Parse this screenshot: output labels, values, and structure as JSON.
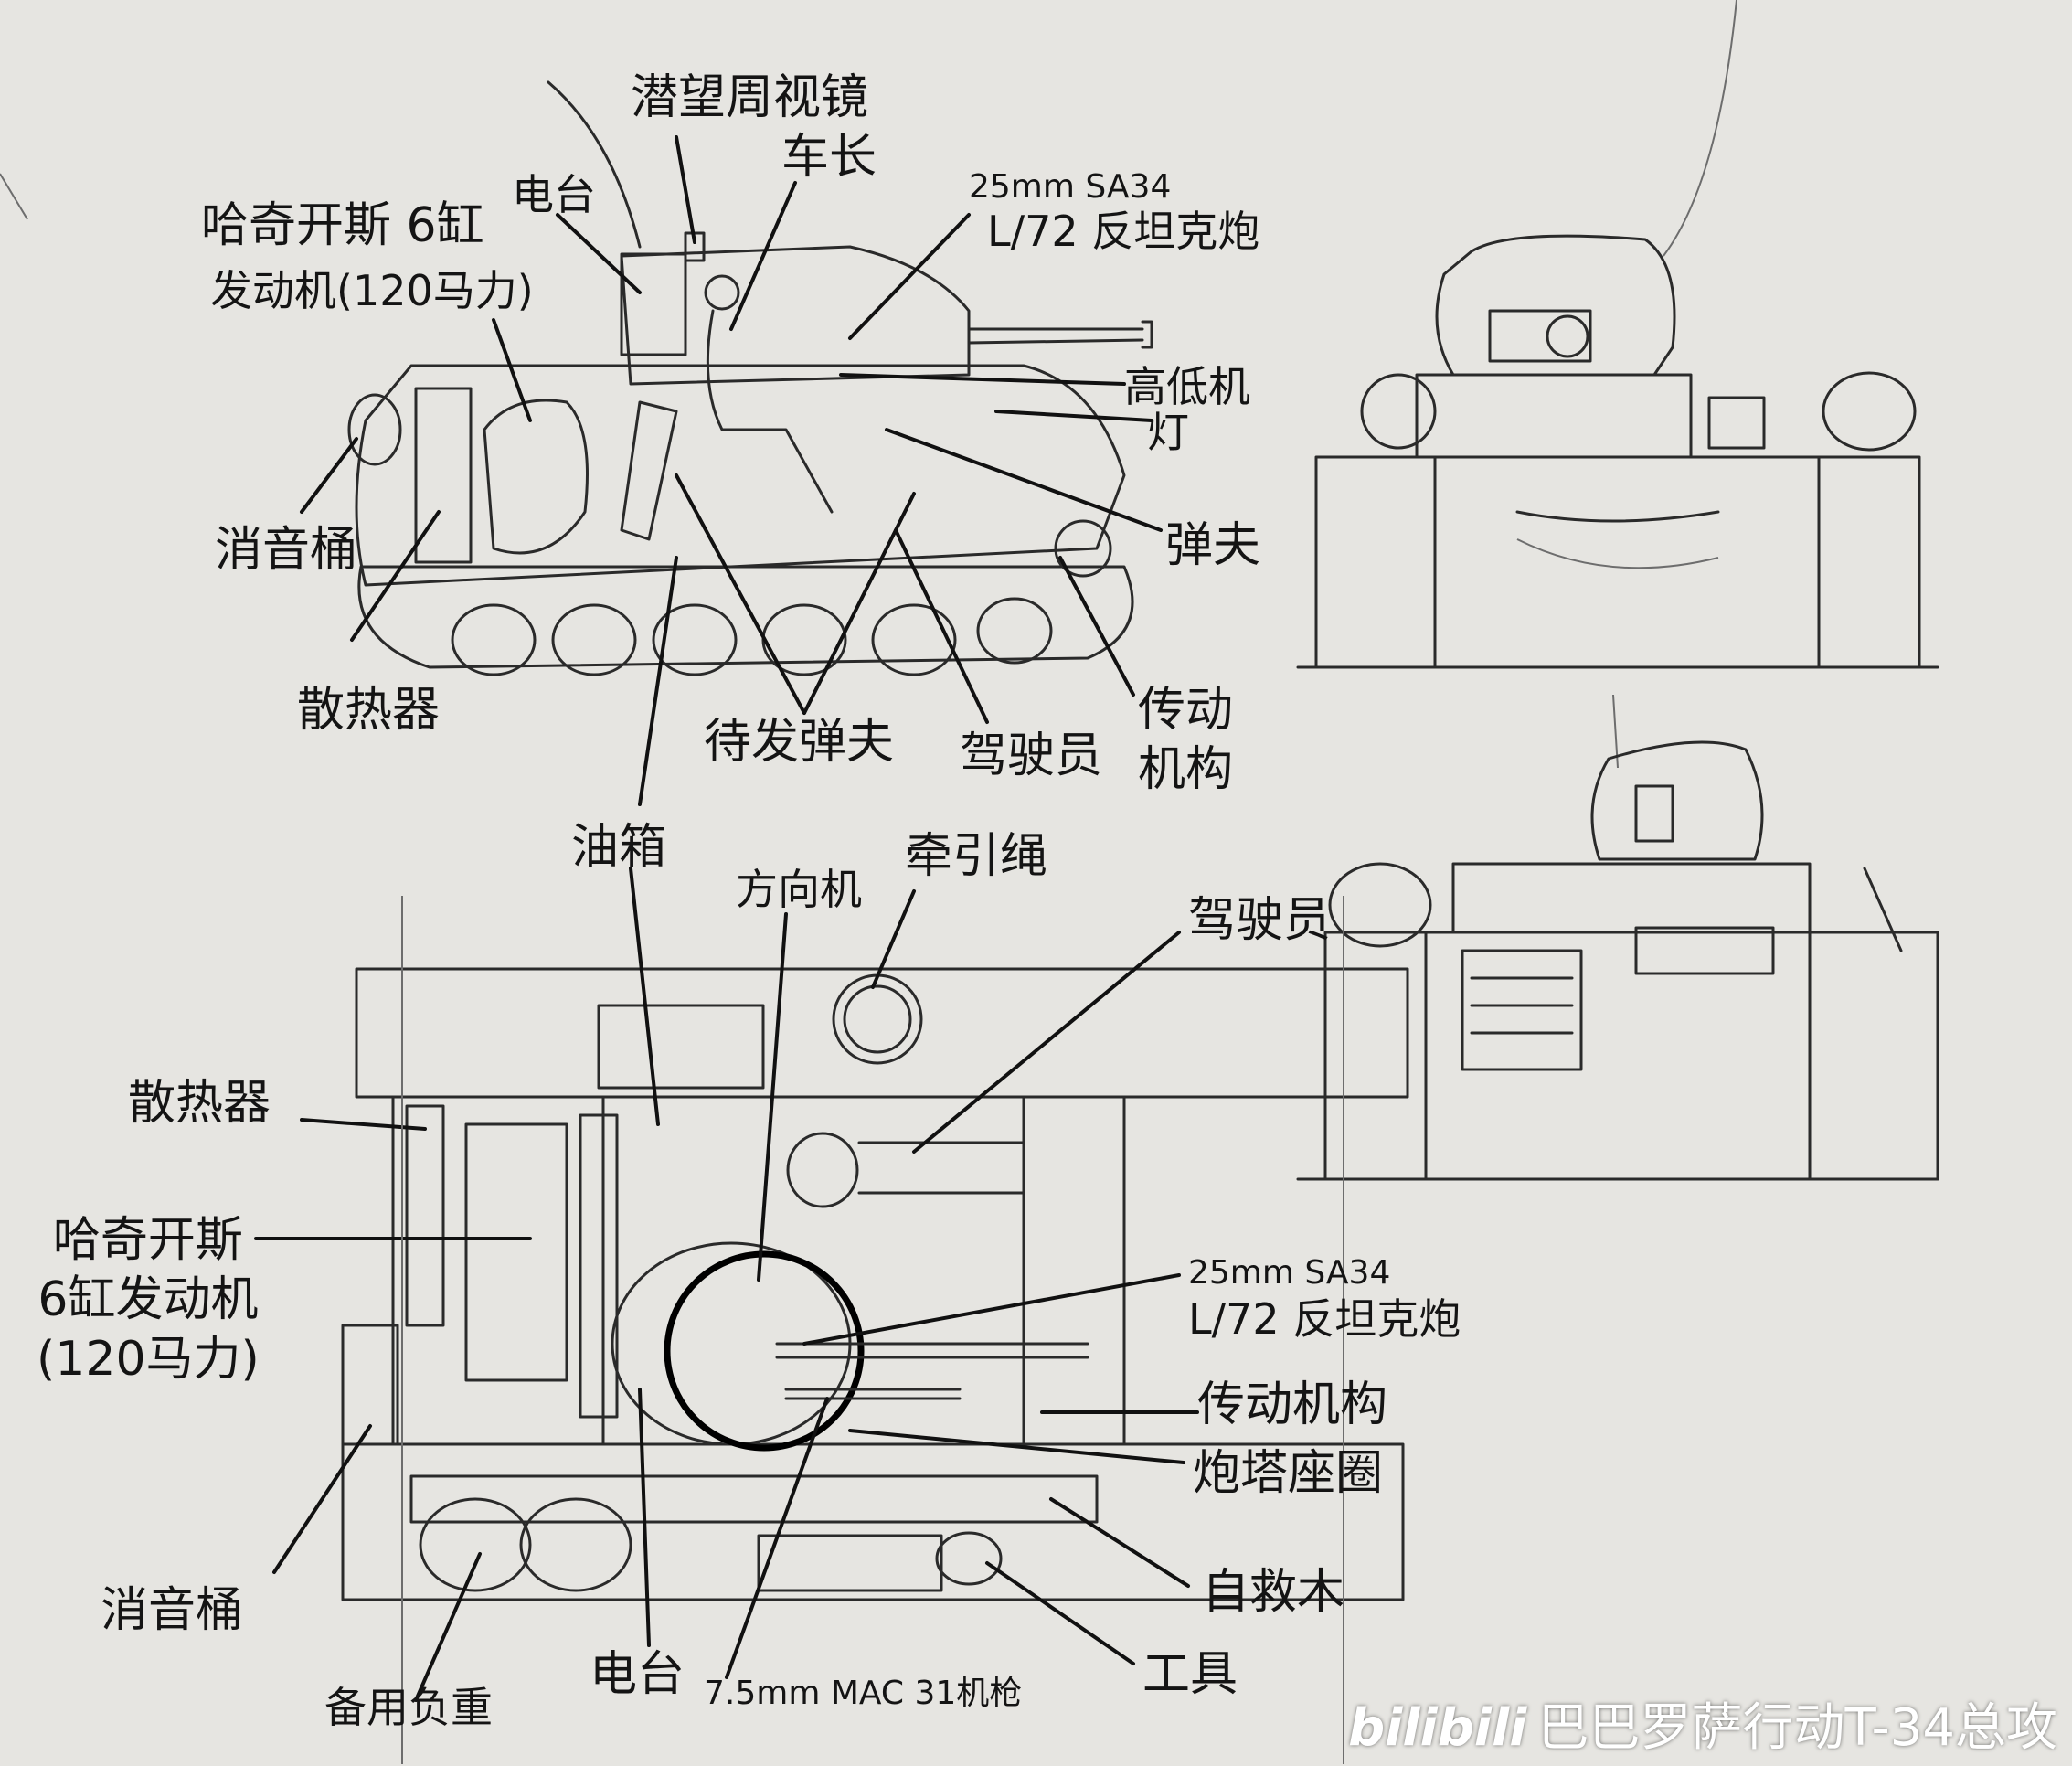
{
  "side_view": {
    "labels": {
      "periscope": "潜望周视镜",
      "commander": "车长",
      "radio": "电台",
      "gun_line1": "25mm SA34",
      "gun_line2": "L/72 反坦克炮",
      "engine_line1": "哈奇开斯 6缸",
      "engine_line2": "发动机(120马力)",
      "elevation": "高低机",
      "lamp": "灯",
      "muffler": "消音桶",
      "loader": "弹夫",
      "radiator": "散热器",
      "reserve_loader": "待发弹夫",
      "driver": "驾驶员",
      "transmission": "传动\n机构"
    }
  },
  "top_view": {
    "labels": {
      "fuel_tank": "油箱",
      "traverse": "方向机",
      "tow_rope": "牵引绳",
      "driver": "驾驶员",
      "radiator": "散热器",
      "engine": "哈奇开斯\n6缸发动机\n(120马力)",
      "gun_line1": "25mm SA34",
      "gun_line2": "L/72 反坦克炮",
      "transmission": "传动机构",
      "turret_ring": "炮塔座圈",
      "unditching_beam": "自救木",
      "muffler": "消音桶",
      "tools": "工具",
      "radio": "电台",
      "spare_wheels": "备用负重",
      "machine_gun": "7.5mm MAC 31机枪"
    }
  },
  "watermark": {
    "logo": "bilibili",
    "text": "巴巴罗萨行动T-34总攻"
  }
}
